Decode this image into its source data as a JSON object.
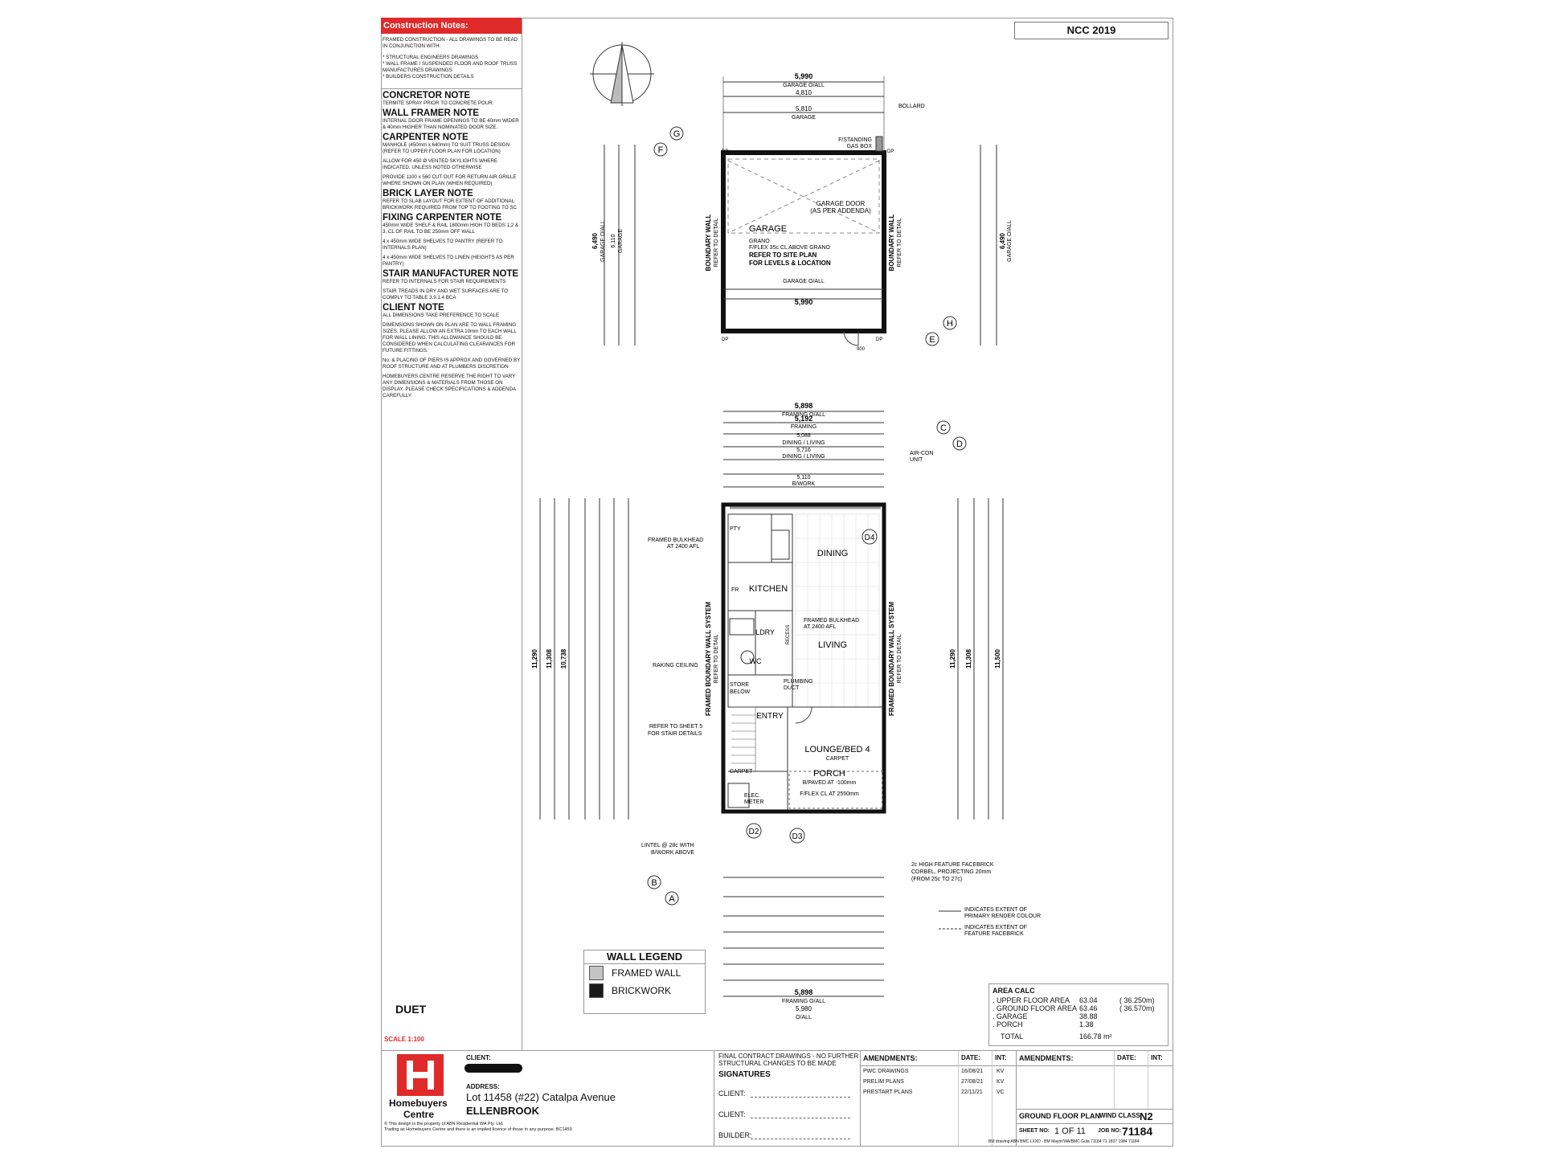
{
  "notes": {
    "construction_title": "Construction Notes:",
    "construction_lines": [
      "FRAMED CONSTRUCTION - ALL DRAWINGS TO BE READ IN CONJUNCTION WITH:",
      "* STRUCTURAL ENGINEERS DRAWINGS",
      "* WALL FRAME / SUSPENDED FLOOR AND ROOF TRUSS MANUFACTURES DRAWINGS",
      "* BUILDERS CONSTRUCTION DETAILS"
    ],
    "concretor_title": "CONCRETOR NOTE",
    "concretor_text": "TERMITE SPRAY PRIOR TO CONCRETE POUR.",
    "wall_framer_title": "WALL FRAMER NOTE",
    "wall_framer_text": "INTERNAL DOOR FRAME OPENINGS TO BE 40mm WIDER & 40mm HIGHER THAN NOMINATED DOOR SIZE.",
    "carpenter_title": "CARPENTER NOTE",
    "carpenter_lines": [
      "MANHOLE (450mm x 640mm) TO SUIT TRUSS DESIGN (REFER TO UPPER FLOOR PLAN FOR LOCATION)",
      "ALLOW FOR 450 Ø VENTED SKYLIGHTS WHERE INDICATED, UNLESS NOTED OTHERWISE",
      "PROVIDE 1100 x 560 CUT OUT FOR RETURN AIR GRILLE WHERE SHOWN ON PLAN (WHEN REQUIRED)"
    ],
    "brick_title": "BRICK LAYER NOTE",
    "brick_text": "REFER TO SLAB LAYOUT FOR EXTENT OF ADDITIONAL BRICKWORK REQUIRED FROM TOP TO FOOTING TO SC",
    "fixing_title": "FIXING CARPENTER NOTE",
    "fixing_lines": [
      "450mm WIDE SHELF & RAIL 1800mm HIGH TO BEDS 1,2 & 3, CL OF RAIL TO BE 250mm OFF WALL",
      "4 x 450mm WIDE SHELVES TO PANTRY (REFER TO INTERNALS PLAN)",
      "4 x 450mm WIDE SHELVES TO LINEN (HEIGHTS AS PER PANTRY)"
    ],
    "stair_title": "STAIR MANUFACTURER NOTE",
    "stair_lines": [
      "REFER TO INTERNALS FOR STAIR REQUIREMENTS",
      "STAIR TREADS IN DRY AND WET SURFACES ARE TO COMPLY TO TABLE 3.9.1.4 BCA"
    ],
    "client_title": "CLIENT NOTE",
    "client_lines": [
      "ALL DIMENSIONS TAKE PREFERENCE TO SCALE",
      "DIMENSIONS SHOWN ON PLAN ARE TO WALL FRAMING SIZES. PLEASE ALLOW AN EXTRA 10mm TO EACH WALL FOR WALL LINING. THIS ALLOWANCE SHOULD BE CONSIDERED WHEN CALCULATING CLEARANCES FOR FUTURE FITTINGS.",
      "No. & PLACING OF PIERS IS APPROX AND GOVERNED BY ROOF STRUCTURE AND AT PLUMBERS DISCRETION",
      "HOMEBUYERS CENTRE RESERVE THE RIGHT TO VARY ANY DIMENSIONS & MATERIALS FROM THOSE ON DISPLAY. PLEASE CHECK SPECIFICATIONS & ADDENDA CAREFULLY"
    ],
    "duet": "DUET",
    "scale": "SCALE 1:100"
  },
  "ncc": "NCC 2019",
  "garage": {
    "garage_label": "GARAGE",
    "grano": "GRANO",
    "ffl": "F/FLEX 35c CL ABOVE GRANO",
    "refer_site": "REFER TO SITE PLAN",
    "levels": "FOR LEVELS & LOCATION",
    "door": "GARAGE DOOR",
    "door_note": "(AS PER ADDENDA)",
    "gasbox": "F/STANDING",
    "gasbox2": "GAS BOX",
    "bollard": "BOLLARD",
    "top_dim": "5,990",
    "top_dim_label": "GARAGE O/ALL",
    "mid_dim": "4,810",
    "inner_dim": "5,810",
    "inner_label": "GARAGE",
    "bottom_dim": "5,990",
    "bottom_label": "GARAGE O/ALL",
    "side_dim": "6,490",
    "side_label": "GARAGE O/ALL",
    "side_dim2": "6,110",
    "side_label2": "GARAGE",
    "boundary": "BOUNDARY WALL",
    "refer_detail": "REFER TO DETAIL",
    "dp": "DP",
    "dim_900": "900"
  },
  "plan": {
    "top_dim": "5,898",
    "top_label": "FRAMING O/ALL",
    "framing": "5,192",
    "framing_label": "FRAMING",
    "dining_living": "5,088",
    "dining_living_label": "DINING / LIVING",
    "dl2": "5,716",
    "dl2_label": "DINING / LIVING",
    "aircon": "AIR-CON",
    "aircon2": "UNIT",
    "bwork": "5,110",
    "bwork_label": "B/WORK",
    "framed_bulkhead": "FRAMED BULKHEAD",
    "at2400": "AT 2400 AFL",
    "raking": "RAKING CEILING",
    "refer_sheet": "REFER TO SHEET 5",
    "stair_details": "FOR STAIR DETAILS",
    "lintel": "LINTEL @ 28c WITH",
    "bwork_above": "B/WORK ABOVE",
    "feature_face": "2c HIGH FEATURE FACEBRICK",
    "corbel": "CORBEL, PROJECTING 20mm",
    "from": "(FROM 25c TO 27c)",
    "framed_boundary": "FRAMED BOUNDARY WALL SYSTEM",
    "refer_detail": "REFER TO DETAIL",
    "rooms": {
      "dining": "DINING",
      "kitchen": "KITCHEN",
      "living": "LIVING",
      "ldry": "LDRY",
      "wc": "WC",
      "entry": "ENTRY",
      "lounge": "LOUNGE/BED 4",
      "carpet": "CARPET",
      "porch": "PORCH",
      "porch_note": "B/PAVED AT -100mm",
      "ffl": "F/FLEX CL AT 2550mm",
      "store": "STORE",
      "belowstair": "BELOW",
      "pty": "PTY",
      "fr": "FR",
      "ldry2": "LDRY",
      "recess": "RECESS",
      "plumbing": "PLUMBING",
      "duct": "DUCT",
      "carpet2": "CARPET",
      "elec": "ELEC.",
      "meter": "METER",
      "bulkhead": "FRAMED BULKHEAD",
      "at2400": "AT 2400 AFL"
    },
    "labels": {
      "d4": "D4",
      "d2": "D2",
      "d3": "D3",
      "a": "A",
      "b": "B",
      "c": "C",
      "d": "D",
      "e": "E",
      "f": "F",
      "g": "G",
      "h": "H"
    },
    "left_dims": [
      "11,290",
      "11,308",
      "10,738"
    ],
    "right_dims": [
      "11,290",
      "11,308",
      "11,500"
    ],
    "bottom_dim": "5,898",
    "bottom_label": "FRAMING O/ALL",
    "bottom_dim2": "5,980",
    "bottom_label2": "O/ALL",
    "render1": "INDICATES EXTENT OF",
    "render1b": "PRIMARY RENDER COLOUR",
    "render2": "INDICATES EXTENT OF",
    "render2b": "FEATURE FACEBRICK"
  },
  "legend": {
    "title": "WALL LEGEND",
    "framed": "FRAMED WALL",
    "brick": "BRICKWORK",
    "framed_color": "#c4c4c4",
    "brick_color": "#1a1a1a"
  },
  "area": {
    "title": "AREA CALC",
    "rows": [
      {
        "label": ". UPPER FLOOR AREA",
        "value": "63.04",
        "extra": "( 36.250m)"
      },
      {
        "label": ". GROUND FLOOR AREA",
        "value": "63.46",
        "extra": "( 36.570m)"
      },
      {
        "label": ". GARAGE",
        "value": "38.88",
        "extra": ""
      },
      {
        "label": ". PORCH",
        "value": "1.38",
        "extra": ""
      }
    ],
    "total_label": "TOTAL",
    "total_value": "166.78 m²"
  },
  "title_block": {
    "company": "Homebuyers",
    "company2": "Centre",
    "copyright": "© This design is the property of ABN Residential WA Pty. Ltd.",
    "copyright2": "Trading as Homebuyers Centre and there is an implied licence of those in any purpose. BC1459",
    "client_label": "CLIENT:",
    "address_label": "ADDRESS:",
    "address": "Lot 11458 (#22) Catalpa Avenue",
    "suburb": "ELLENBROOK",
    "final": "FINAL CONTRACT DRAWINGS - NO FURTHER",
    "final2": "STRUCTURAL CHANGES TO BE MADE",
    "signatures": "SIGNATURES",
    "client1": "CLIENT:",
    "client2": "CLIENT:",
    "builder": "BUILDER:",
    "amendments": "AMENDMENTS:",
    "date": "DATE:",
    "int": "INT:",
    "amend_rows": [
      {
        "name": "PWC DRAWINGS",
        "date": "16/08/21",
        "int": "KV"
      },
      {
        "name": "PRELIM PLANS",
        "date": "27/08/21",
        "int": "KV"
      },
      {
        "name": "PRESTART PLANS",
        "date": "22/11/21",
        "int": "VC"
      }
    ],
    "amendments2": "AMENDMENTS:",
    "date2": "DATE:",
    "int2": "INT:",
    "sheet_title": "GROUND FLOOR PLAN",
    "wind_label": "WIND CLASS:",
    "wind_value": "N2",
    "sheet_label": "SHEET NO:",
    "sheet_value": "1 OF 11",
    "job_label": "JOB NO:",
    "job_value": "71184",
    "footer": "BM drawing ABN BMC LXXD - BM Mayor/WA/BMC Gula 71184 71 1837 1984 71184"
  }
}
